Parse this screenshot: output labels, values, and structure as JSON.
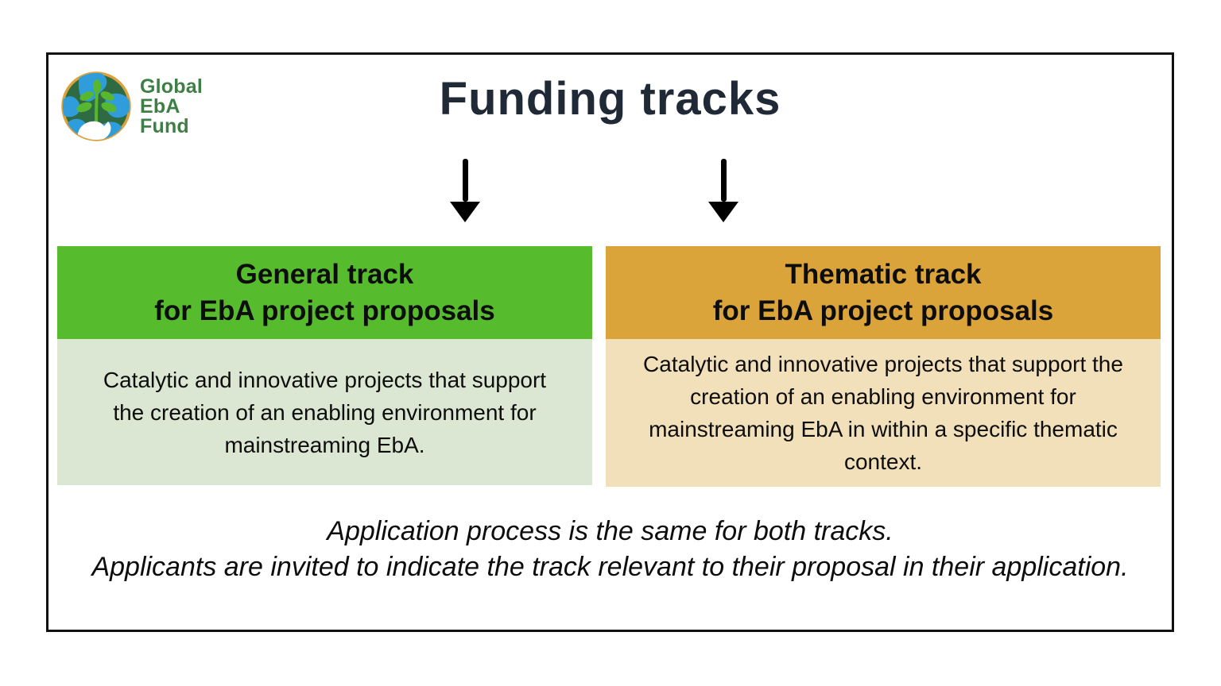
{
  "logo": {
    "icon": "globe-plant-hand-icon",
    "name_line1": "Global",
    "name_line2": "EbA",
    "name_line3": "Fund",
    "text_color": "#3e7f46",
    "ring_color": "#d9a23c",
    "globe_land_color": "#2e6b42",
    "globe_water_color": "#2f9ddb",
    "plant_color": "#57b830"
  },
  "header": {
    "title": "Funding tracks",
    "title_color": "#202a37"
  },
  "arrows": {
    "count": 2,
    "color": "#000000",
    "direction": "down"
  },
  "tracks": [
    {
      "header_line1": "General track",
      "header_line2": "for EbA project proposals",
      "body": "Catalytic and innovative projects that support the creation of an enabling environment for mainstreaming EbA.",
      "header_color": "#56bc2e",
      "body_color": "#dbe7d3"
    },
    {
      "header_line1": "Thematic track",
      "header_line2": "for EbA project proposals",
      "body": "Catalytic and innovative projects that support the creation of  an enabling environment for mainstreaming EbA in within a specific thematic context.",
      "header_color": "#dba43b",
      "body_color": "#f2e0ba"
    }
  ],
  "footer": {
    "line1": "Application process is the same for both tracks.",
    "line2": "Applicants are invited to indicate the track relevant to their proposal in their application."
  }
}
